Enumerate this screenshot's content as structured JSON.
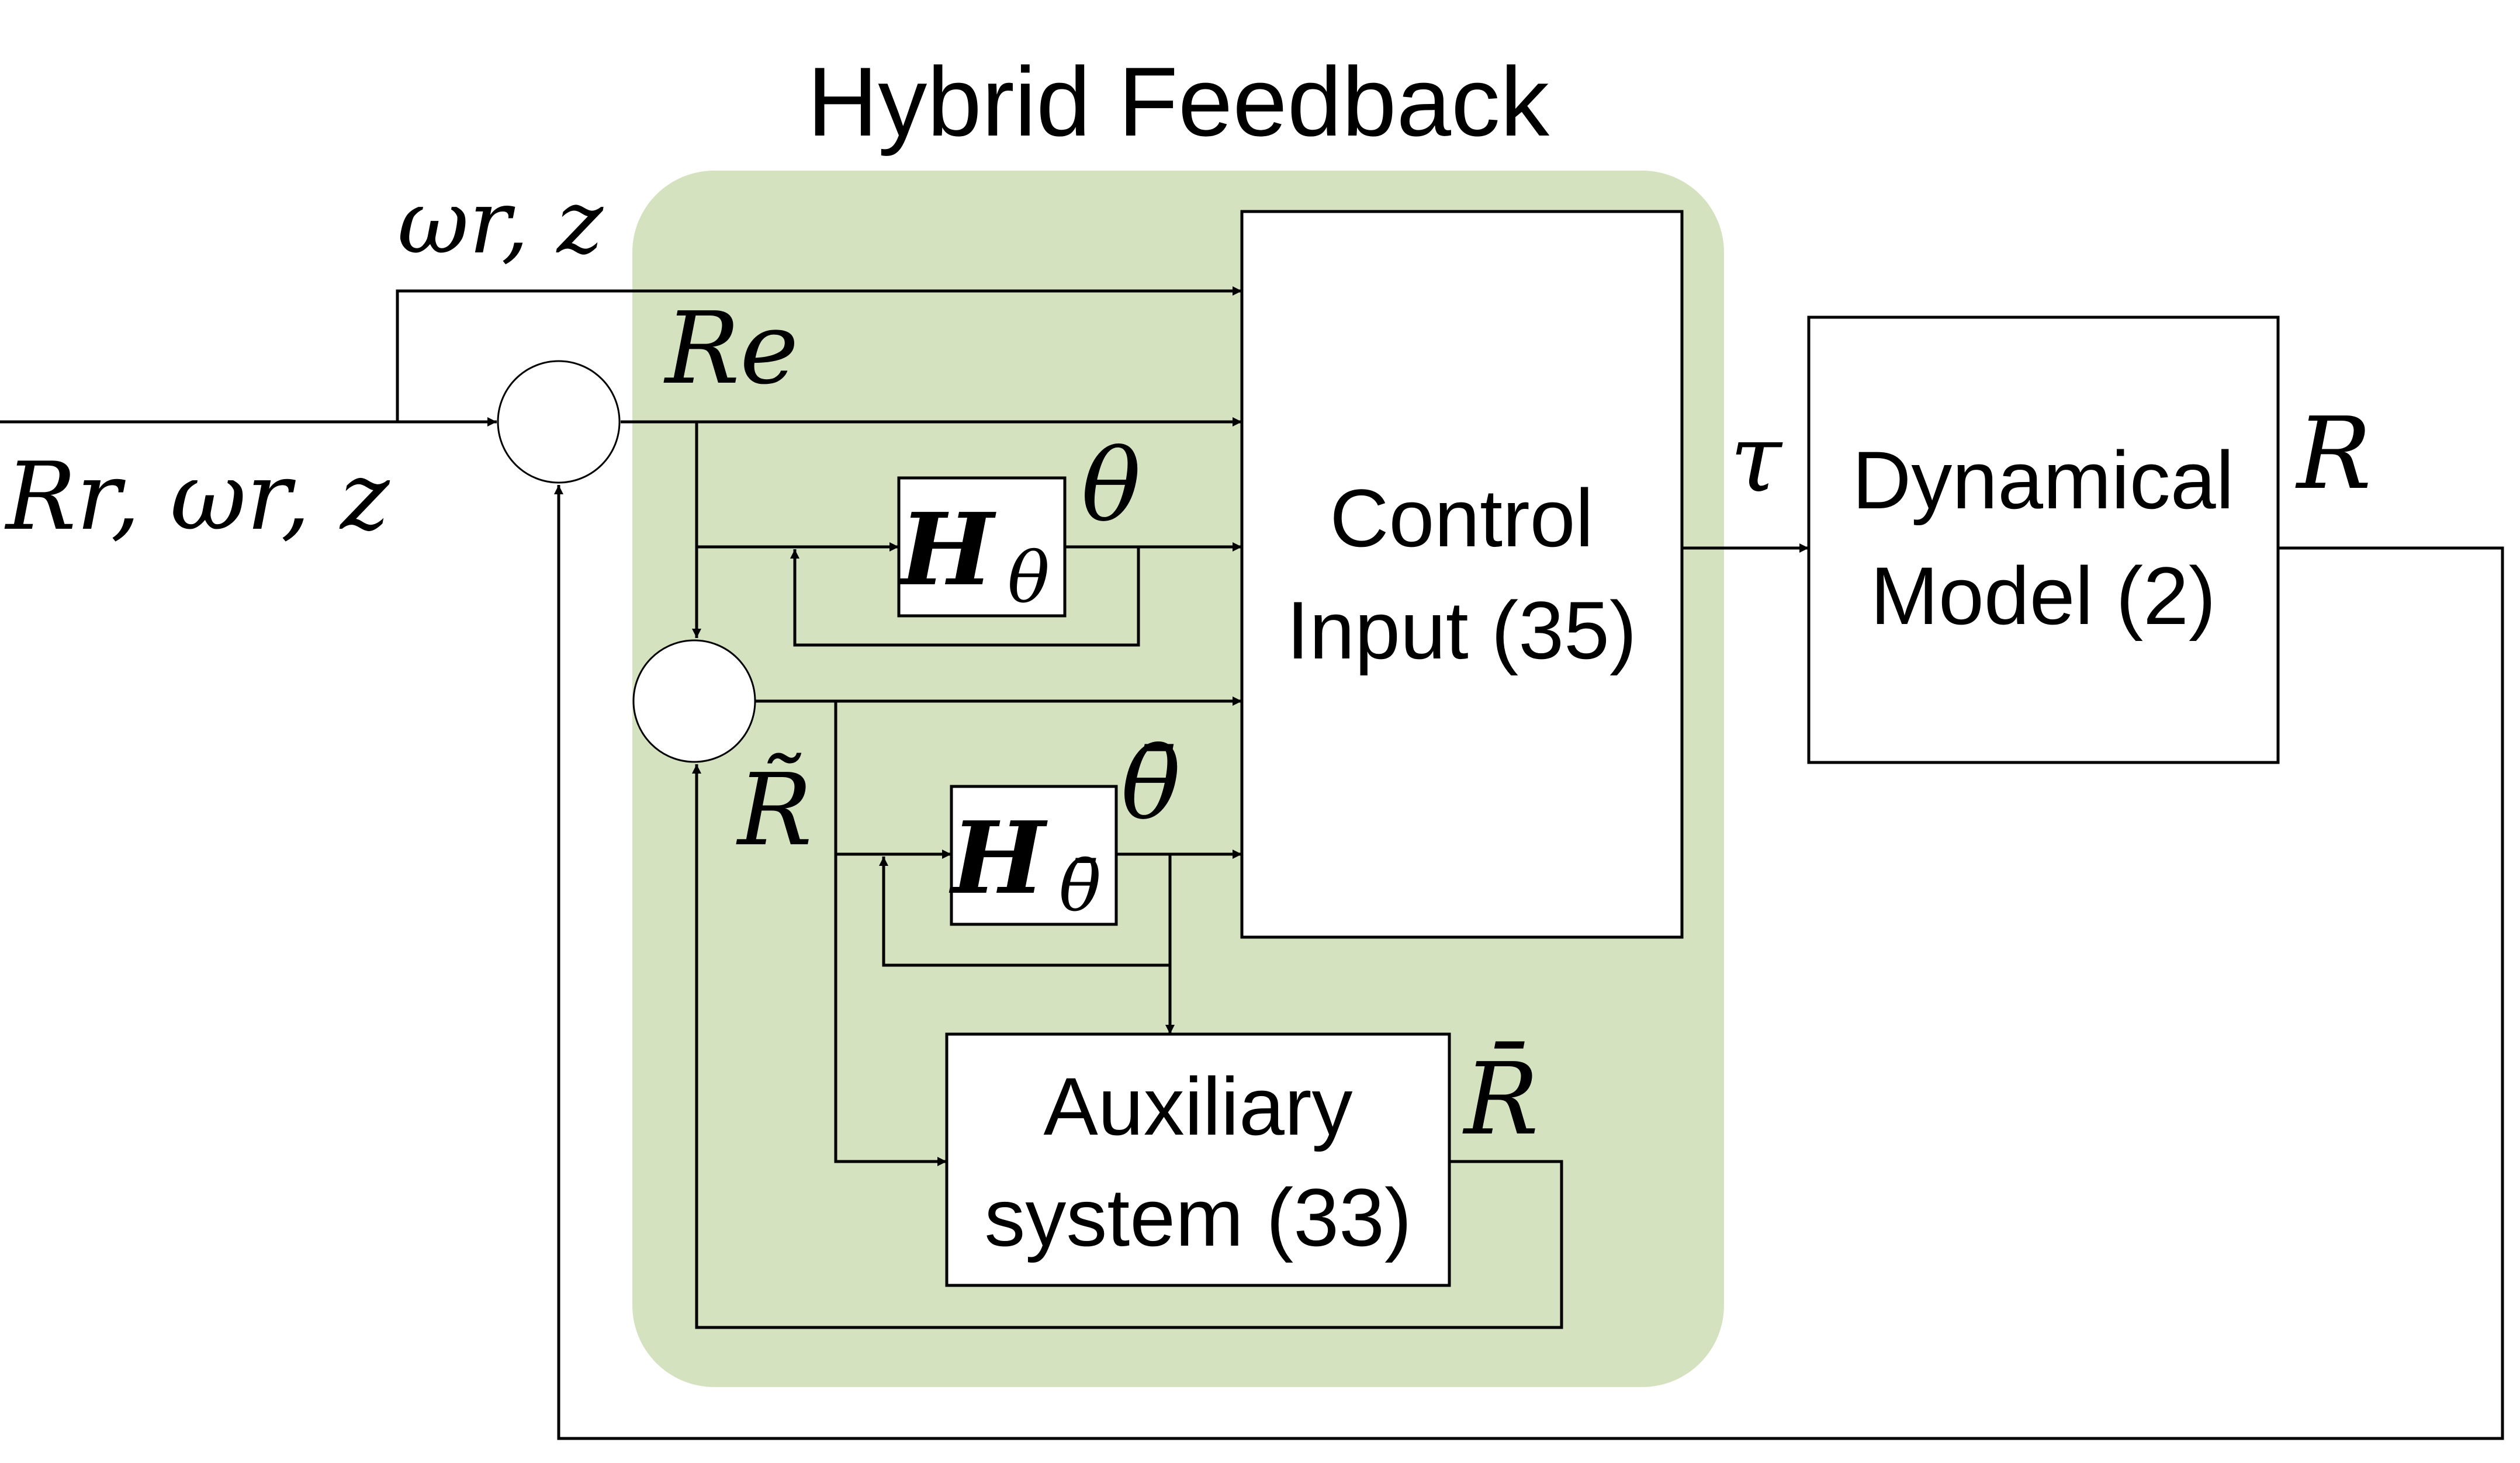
{
  "colors": {
    "hybrid_background": "#d5e2bf",
    "line": "#000000",
    "box_fill": "#ffffff"
  },
  "title": "Hybrid Feedback",
  "blocks": {
    "control_input": [
      "Control",
      "Input (35)"
    ],
    "dynamical_model": [
      "Dynamical",
      "Model (2)"
    ],
    "auxiliary_system": [
      "Auxiliary",
      "system (33)"
    ],
    "h_theta": {
      "main": "H",
      "sub": "θ"
    },
    "h_theta_bar": {
      "main": "H",
      "sub": "θ̄"
    }
  },
  "signals": {
    "input": "Rr, ωr, z",
    "omega_z": "ωr, z",
    "re": "Re",
    "theta": "θ",
    "r_tilde": "R̃",
    "theta_bar": "θ̄",
    "r_bar": "R̄",
    "tau": "τ",
    "r": "R"
  }
}
